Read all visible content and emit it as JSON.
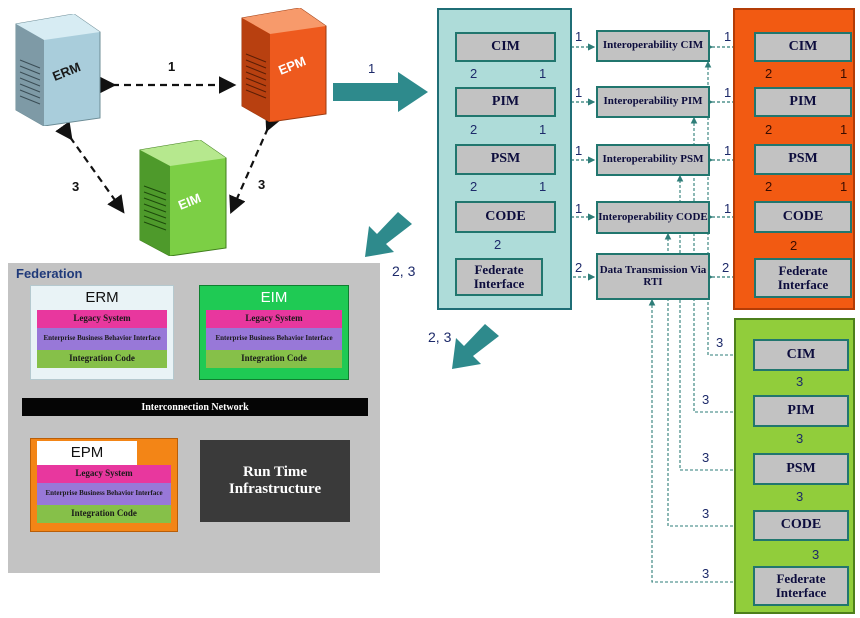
{
  "servers": {
    "erm": "ERM",
    "epm": "EPM",
    "eim": "EIM",
    "colors": {
      "erm": "#b8d7e2",
      "epm": "#ee5a1e",
      "eim": "#7ccf45"
    }
  },
  "server_links": {
    "erm_epm": "1",
    "erm_eim": "3",
    "epm_eim": "3"
  },
  "arrows": {
    "to_teal": "1",
    "to_federation": "2, 3",
    "to_green": "2, 3"
  },
  "layers": {
    "cim": "CIM",
    "pim": "PIM",
    "psm": "PSM",
    "code": "CODE",
    "federate": "Federate Interface"
  },
  "interop": {
    "cim": "Interoperability CIM",
    "pim": "Interoperability PIM",
    "psm": "Interoperability PSM",
    "code": "Interoperability CODE",
    "rti": "Data Transmission Via RTI"
  },
  "labels": {
    "one": "1",
    "two": "2",
    "three": "3"
  },
  "federation": {
    "title": "Federation",
    "erm_title": "ERM",
    "eim_title": "EIM",
    "epm_title": "EPM",
    "legacy": "Legacy System",
    "ebbi": "Enterprise Business Behavior Interface",
    "integration": "Integration Code",
    "network": "Interconnection Network",
    "rti": "Run Time Infrastructure"
  }
}
